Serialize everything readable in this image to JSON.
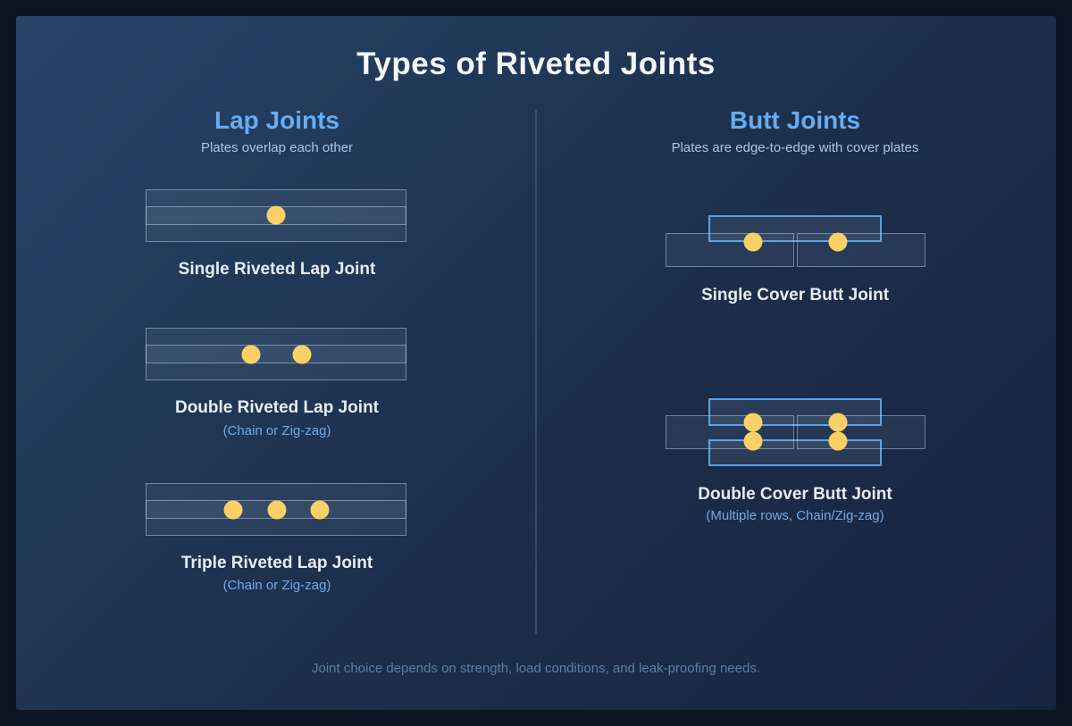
{
  "title": "Types of Riveted Joints",
  "footer": "Joint choice depends on strength, load conditions, and leak-proofing needs.",
  "colors": {
    "outer_background": "#0c1521",
    "panel_gradient_start": "#264568",
    "panel_gradient_end": "#162440",
    "heading_blue": "#68acf2",
    "cover_plate_border": "#55a0e6",
    "rivet_fill": "#fbd166",
    "label_text": "#e8edf3",
    "note_blue": "#72aae6",
    "footer_text": "#5f7da2"
  },
  "sections": {
    "lap": {
      "heading": "Lap Joints",
      "subheading": "Plates overlap each other",
      "joints": [
        {
          "label": "Single Riveted Lap Joint",
          "note": "",
          "rivet_count": 1
        },
        {
          "label": "Double Riveted Lap Joint",
          "note": "(Chain or Zig-zag)",
          "rivet_count": 2
        },
        {
          "label": "Triple Riveted Lap Joint",
          "note": "(Chain or Zig-zag)",
          "rivet_count": 3
        }
      ]
    },
    "butt": {
      "heading": "Butt Joints",
      "subheading": "Plates are edge-to-edge with cover plates",
      "joints": [
        {
          "label": "Single Cover Butt Joint",
          "note": "",
          "cover_plates": 1,
          "rivet_rows": 1,
          "rivet_columns": 2
        },
        {
          "label": "Double Cover Butt Joint",
          "note": "(Multiple rows, Chain/Zig-zag)",
          "cover_plates": 2,
          "rivet_rows": 2,
          "rivet_columns": 2
        }
      ]
    }
  }
}
